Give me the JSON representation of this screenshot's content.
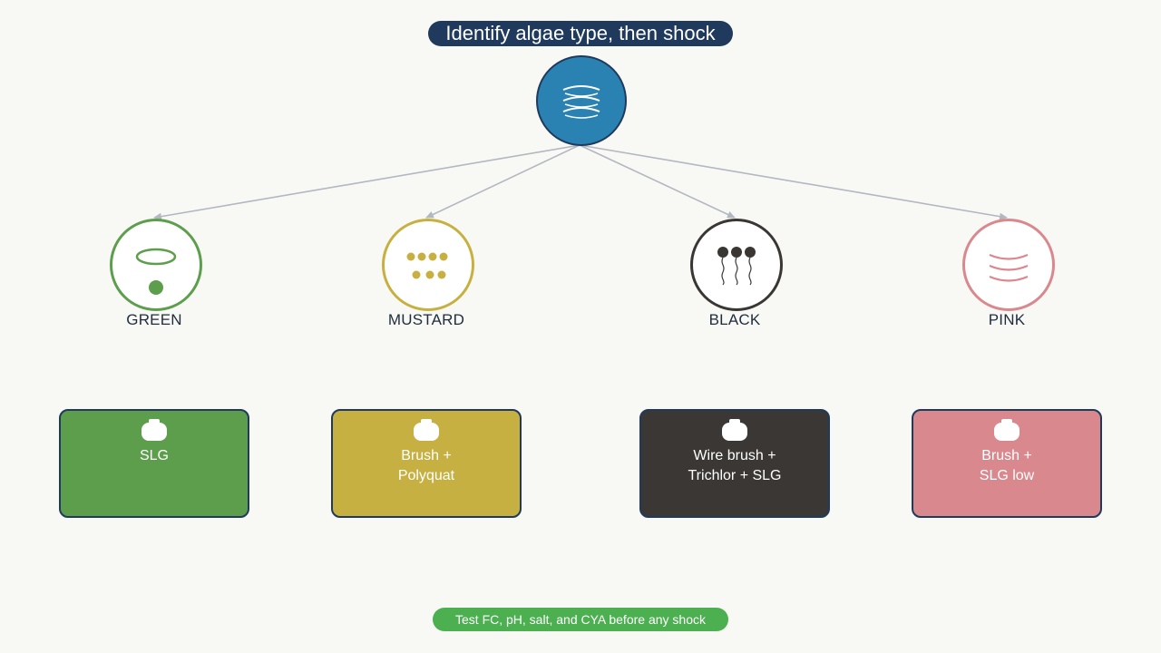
{
  "diagram": {
    "title": "Identify algae type, then shock",
    "root": {
      "icon": "water-waves-icon",
      "color": "#2a82b3"
    },
    "algae_types": [
      {
        "label": "GREEN",
        "icon": "green-algae-icon",
        "color": "#5c9e4c"
      },
      {
        "label": "MUSTARD",
        "icon": "mustard-dots-icon",
        "color": "#c8b040"
      },
      {
        "label": "BLACK",
        "icon": "black-algae-roots-icon",
        "color": "#3a3633"
      },
      {
        "label": "PINK",
        "icon": "pink-waves-icon",
        "color": "#d9888e"
      }
    ],
    "treatments": [
      {
        "text": "SLG",
        "icon": "container-icon",
        "color": "#5c9e4c"
      },
      {
        "text": "Brush +\nPolyquat",
        "icon": "container-icon",
        "color": "#c6b042"
      },
      {
        "text": "Wire brush +\nTrichlor + SLG",
        "icon": "container-icon",
        "color": "#3b3734"
      },
      {
        "text": "Brush +\nSLG low",
        "icon": "container-icon",
        "color": "#d9888e"
      }
    ],
    "footer": "Test FC, pH, salt, and CYA before any shock"
  }
}
